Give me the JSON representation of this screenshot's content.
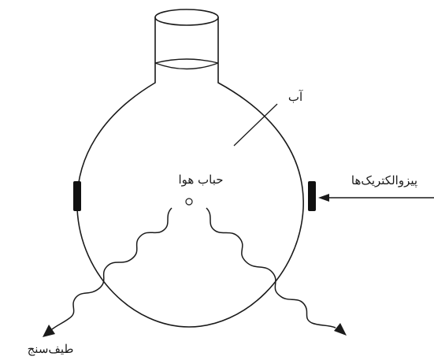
{
  "labels": {
    "water": "آب",
    "air_bubble": "حباب هوا",
    "piezoelectrics": "پیزوالکتریک‌ها",
    "spectrometer": "طیف‌سنج"
  }
}
